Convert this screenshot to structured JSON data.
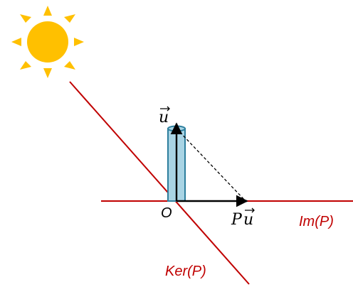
{
  "colors": {
    "line_red": "#c00000",
    "sun_body": "#ffc000",
    "sun_ray": "#ffc000",
    "cylinder_fill": "#a9d4e4",
    "cylinder_stroke": "#2e7f9e",
    "vector": "#000000"
  },
  "labels": {
    "vector_u": "u",
    "origin": "O",
    "projection": "Pu",
    "projection_p": "P",
    "projection_u": "u",
    "image": "Im(P)",
    "kernel": "Ker(P)"
  },
  "icons": {
    "sun": "sun-icon",
    "vector_arrow": "arrow-over-u"
  }
}
